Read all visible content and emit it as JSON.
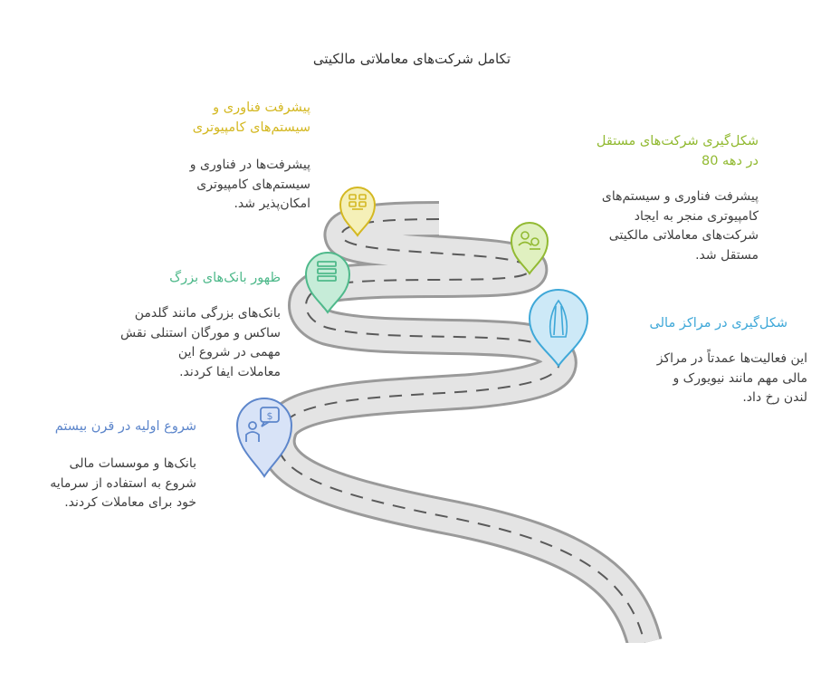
{
  "title": "تکامل شرکت‌های معاملاتی مالکیتی",
  "milestones": [
    {
      "heading": "شروع اولیه در قرن بیستم",
      "body": "بانک‌ها و موسسات مالی\nشروع به استفاده از سرمایه\nخود برای معاملات کردند.",
      "color": "#5d86cb",
      "pin_fill": "#d8e3f7",
      "icon": "person-money-chat-icon"
    },
    {
      "heading": "ظهور بانک‌های بزرگ",
      "body": "بانک‌های بزرگی مانند گلدمن\nساکس و مورگان استنلی نقش\nمهمی در شروع این\nمعاملات ایفا کردند.",
      "color": "#4fb98b",
      "pin_fill": "#c6ecd8",
      "icon": "bank-building-icon"
    },
    {
      "heading": "پیشرفت فناوری و\nسیستم‌های کامپیوتری",
      "body": "پیشرفت‌ها در فناوری و\nسیستم‌های کامپیوتری\nامکان‌پذیر شد.",
      "color": "#d4b822",
      "pin_fill": "#f5f0b8",
      "icon": "computer-network-icon"
    },
    {
      "heading": "شکل‌گیری شرکت‌های مستقل\nدر دهه 80",
      "body": "پیشرفت فناوری و سیستم‌های\nکامپیوتری منجر به ایجاد\nشرکت‌های معاملاتی مالکیتی\nمستقل شد.",
      "color": "#92ba32",
      "pin_fill": "#e0f0c0",
      "icon": "team-meeting-icon"
    },
    {
      "heading": "شکل‌گیری در مراکز مالی",
      "body": "این فعالیت‌ها عمدتاً در مراکز\nمالی مهم مانند نیویورک و\nلندن رخ داد.",
      "color": "#3fa8d8",
      "pin_fill": "#cde9f7",
      "icon": "skyscraper-icon"
    }
  ]
}
